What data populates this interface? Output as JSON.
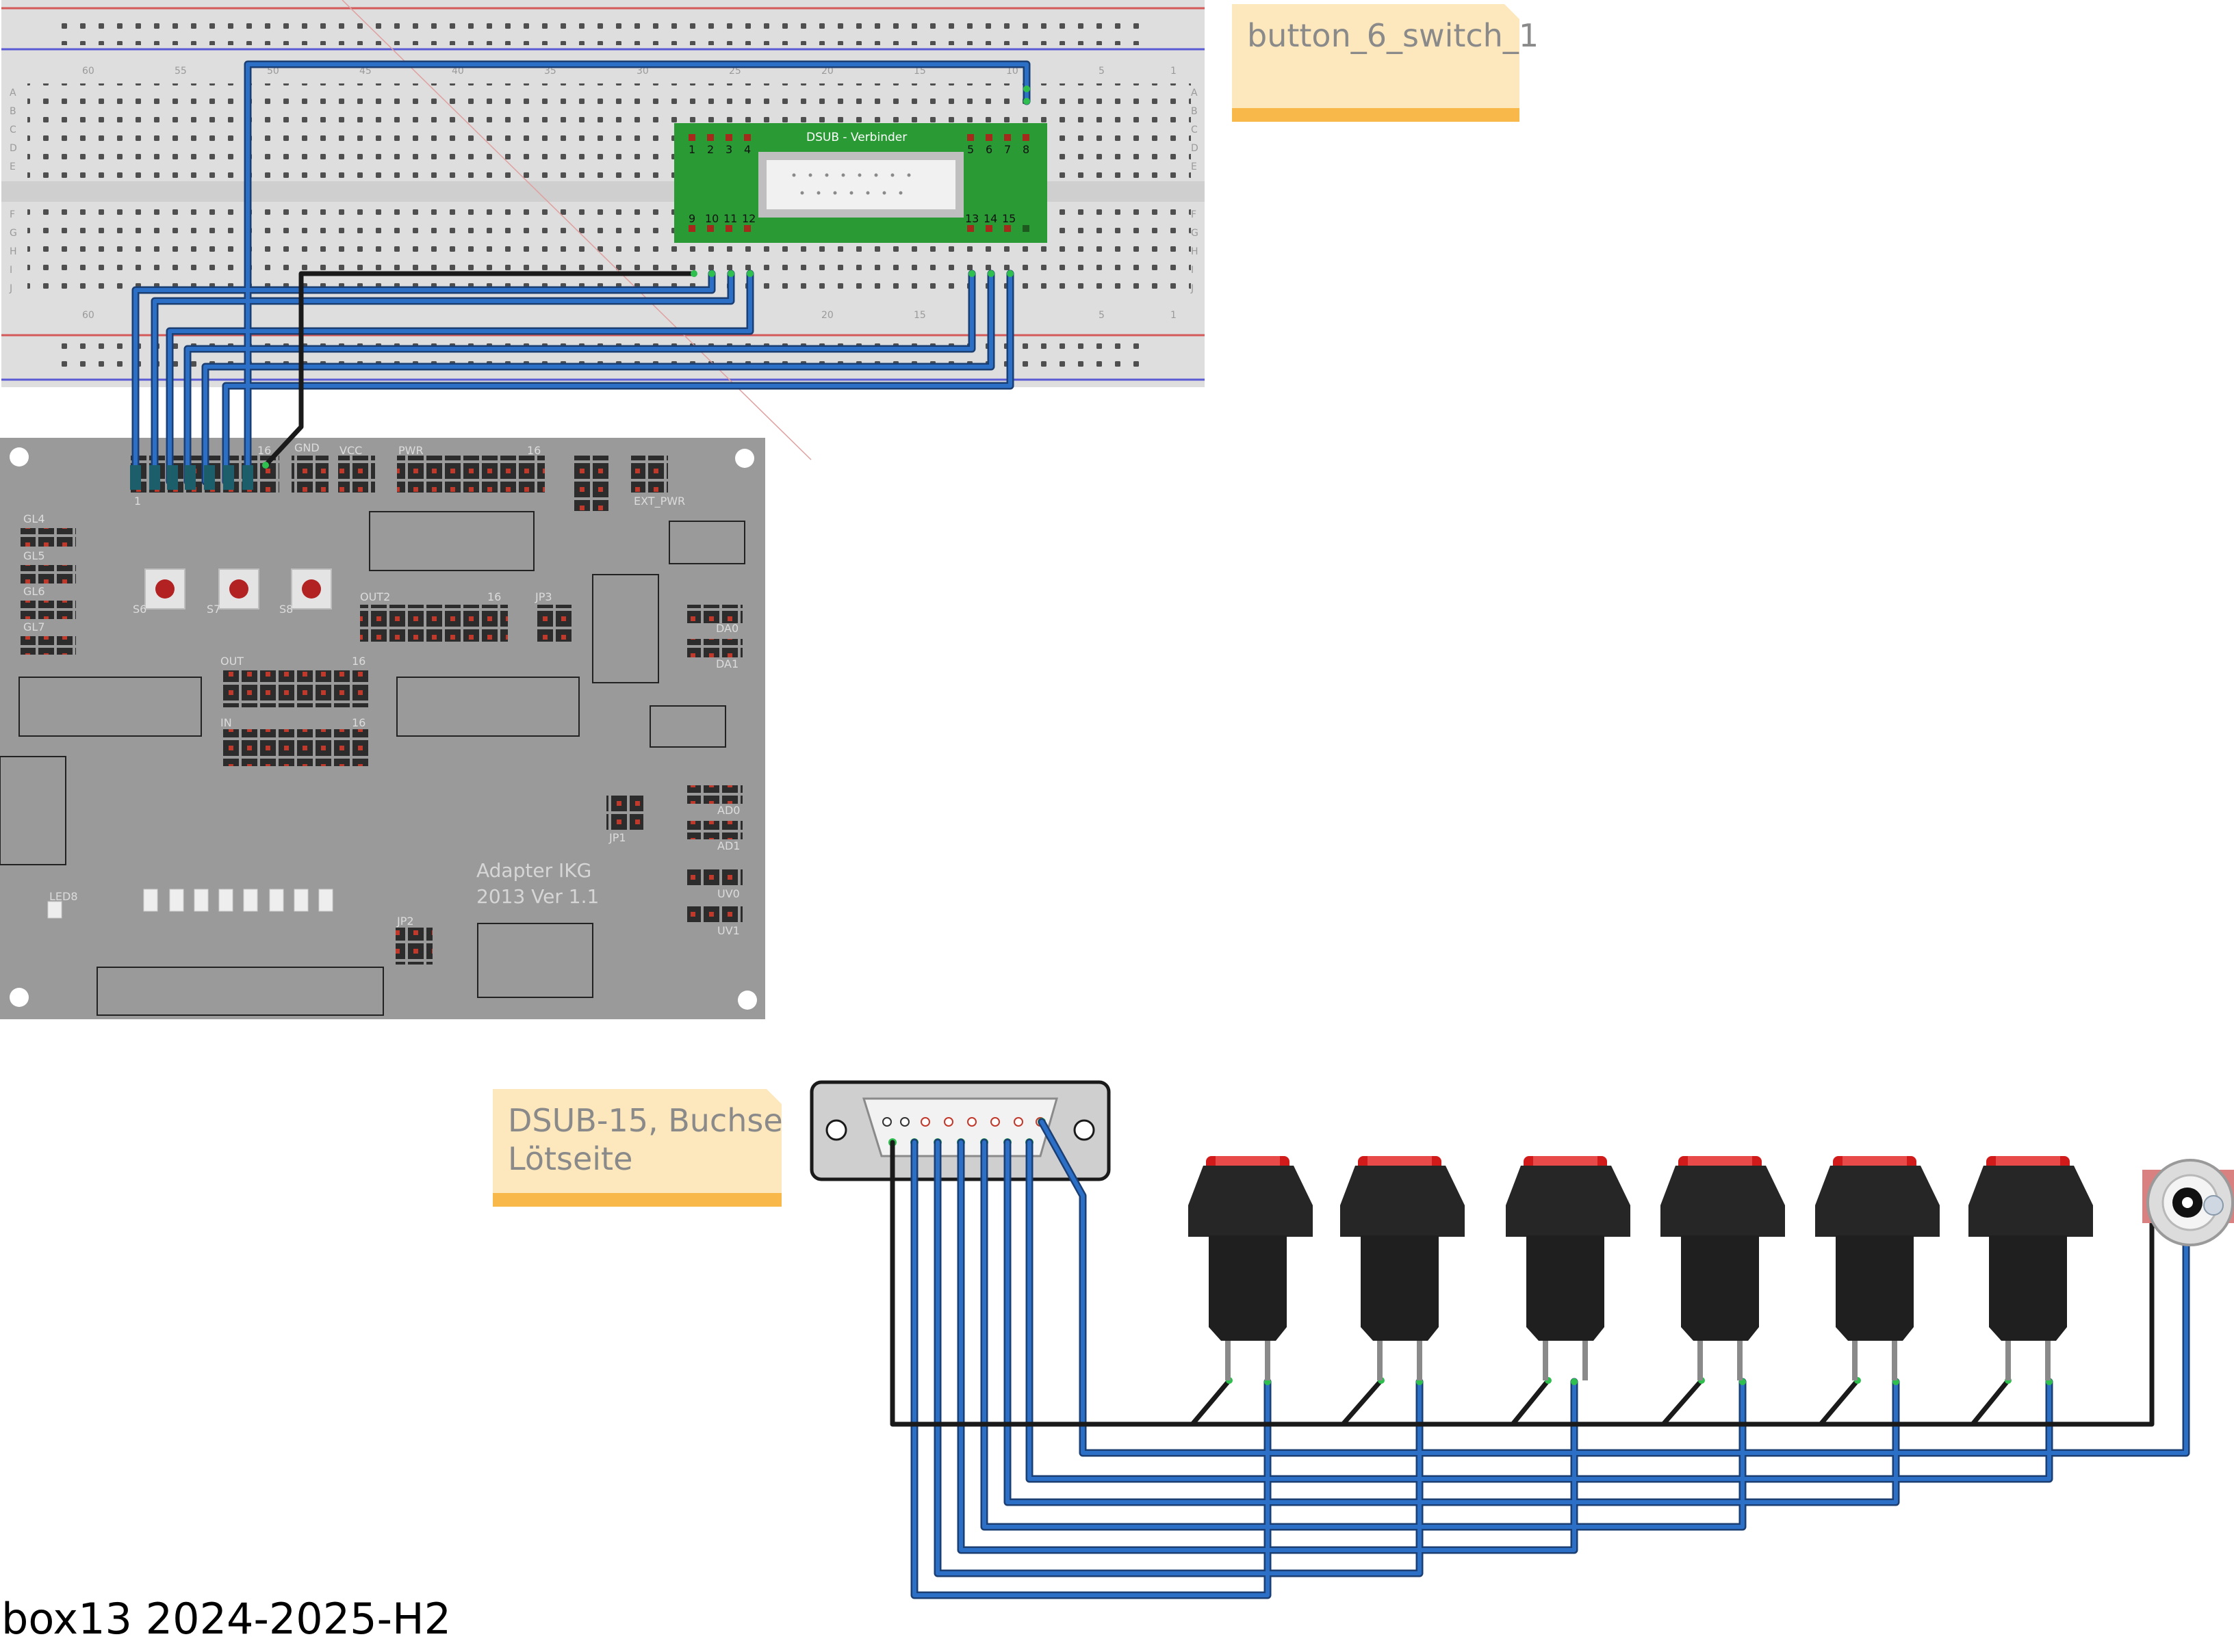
{
  "notes": {
    "module": "button_6_switch_1",
    "dsub": "DSUB-15, Buchse\nLötseite"
  },
  "breadboard": {
    "letters_top": [
      "A",
      "B",
      "C",
      "D",
      "E"
    ],
    "letters_bottom": [
      "F",
      "G",
      "H",
      "I",
      "J"
    ],
    "column_numbers": [
      "60",
      "55",
      "50",
      "45",
      "40",
      "35",
      "30",
      "25",
      "20",
      "15",
      "10",
      "5",
      "1"
    ]
  },
  "dsub_board": {
    "title": "DSUB - Verbinder",
    "pins_top_left": [
      "1",
      "2",
      "3",
      "4"
    ],
    "pins_top_right": [
      "5",
      "6",
      "7",
      "8"
    ],
    "pins_bottom_left": [
      "9",
      "10",
      "11",
      "12"
    ],
    "pins_bottom_right": [
      "13",
      "14",
      "15"
    ]
  },
  "adapter": {
    "name_line1": "Adapter IKG",
    "name_line2": "2013 Ver 1.1",
    "labels": {
      "gnd": "GND",
      "vcc": "VCC",
      "pwr": "PWR",
      "pwr16": "16",
      "ext_pwr": "EXT_PWR",
      "in16": "16",
      "header1": "1",
      "gl4": "GL4",
      "gl5": "GL5",
      "gl6": "GL6",
      "gl7": "GL7",
      "out2": "OUT2",
      "out2_16": "16",
      "jp3": "JP3",
      "da0": "DA0",
      "da1": "DA1",
      "out": "OUT",
      "out16": "16",
      "in": "IN",
      "in_16": "16",
      "jp1": "JP1",
      "ad0": "AD0",
      "ad1": "AD1",
      "uv0": "UV0",
      "uv1": "UV1",
      "led8": "LED8",
      "jp2": "JP2",
      "s6": "S6",
      "s7": "S7",
      "s8": "S8"
    }
  },
  "caption": "box13 2024-2025-H2",
  "colors": {
    "wire_blue": "#2b6fc7",
    "wire_black": "#1a1a1a",
    "pcb_green": "#2a9a35",
    "adapter_grey": "#9a9a9a",
    "button_red": "#d11a1a",
    "note_fill": "#fde8bd",
    "note_bar": "#f9b84a"
  }
}
